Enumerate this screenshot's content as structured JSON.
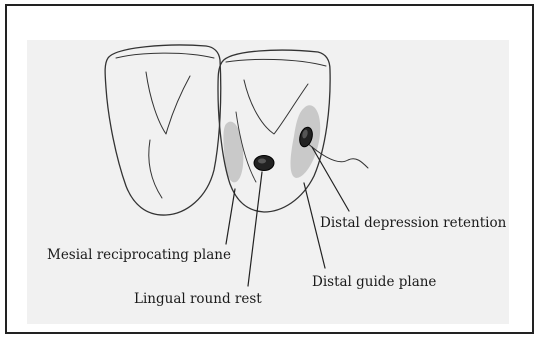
{
  "diagram": {
    "labels": {
      "distal_depression_retention": "Distal depression retention",
      "mesial_reciprocating_plane": "Mesial reciprocating plane",
      "distal_guide_plane": "Distal guide plane",
      "lingual_round_rest": "Lingual round rest"
    }
  }
}
